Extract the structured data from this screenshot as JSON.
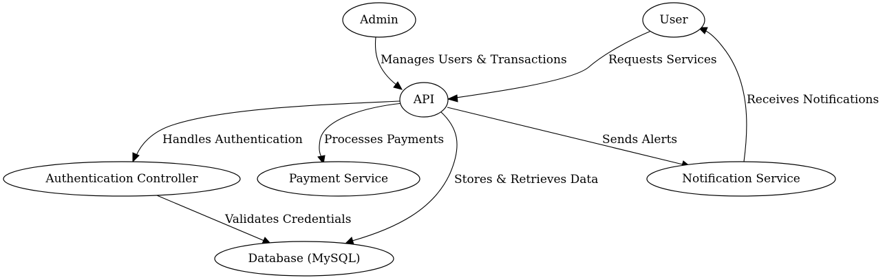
{
  "diagram": {
    "nodes": {
      "admin": "Admin",
      "user": "User",
      "api": "API",
      "auth": "Authentication Controller",
      "payment": "Payment Service",
      "notification": "Notification Service",
      "database": "Database (MySQL)"
    },
    "edges": {
      "admin_api": "Manages Users & Transactions",
      "user_api": "Requests Services",
      "api_auth": "Handles Authentication",
      "api_payment": "Processes Payments",
      "api_database": "Stores & Retrieves Data",
      "api_notification": "Sends Alerts",
      "notification_user": "Receives Notifications",
      "auth_database": "Validates Credentials"
    }
  }
}
